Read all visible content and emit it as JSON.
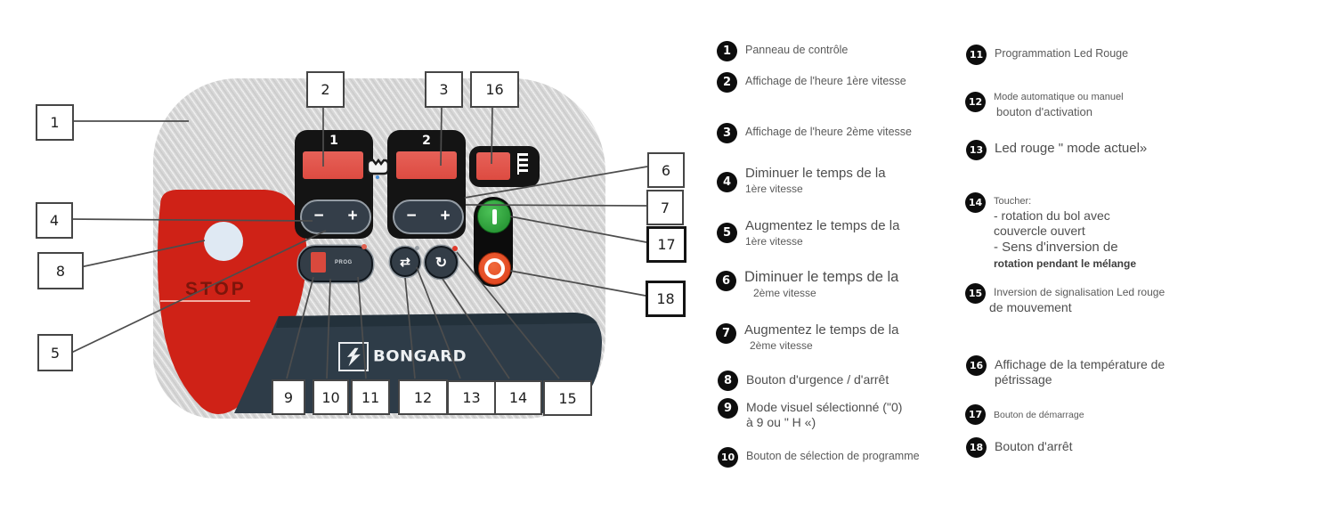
{
  "colors": {
    "panel_gray": "#d7d7d7",
    "stop_zone_red": "#cf2217",
    "display_red": "#e0534a",
    "module_black": "#141414",
    "band_dark": "#2e3c48",
    "start_green": "#2b9a38",
    "stop_button_red": "#e2451f",
    "led_red": "#e06050"
  },
  "panel": {
    "stop_label": "STOP",
    "brand": "BONGARD",
    "module1_label": "1",
    "module2_label": "2",
    "minus": "−",
    "plus": "+",
    "prog_label": "PROG",
    "auto_manual_glyph": "⇄",
    "rotation_glyph": "↻"
  },
  "callouts": {
    "c1": "1",
    "c2": "2",
    "c3": "3",
    "c4": "4",
    "c5": "5",
    "c6": "6",
    "c7": "7",
    "c8": "8",
    "c9": "9",
    "c10": "10",
    "c11": "11",
    "c12": "12",
    "c13": "13",
    "c14": "14",
    "c15": "15",
    "c16": "16",
    "c17": "17",
    "c18": "18"
  },
  "legend_left": [
    {
      "num": "1",
      "lines": [
        {
          "t": "Panneau de contrôle"
        }
      ]
    },
    {
      "num": "2",
      "lines": [
        {
          "t": "Affichage de l'heure 1ère vitesse"
        }
      ]
    },
    {
      "num": "3",
      "lines": [
        {
          "t": "Affichage de l'heure 2ème vitesse"
        }
      ]
    },
    {
      "num": "4",
      "lines": [
        {
          "t": "Diminuer le temps de la"
        },
        {
          "t": "1ère vitesse"
        }
      ]
    },
    {
      "num": "5",
      "lines": [
        {
          "t": "Augmentez le temps de la"
        },
        {
          "t": "1ère vitesse"
        }
      ]
    },
    {
      "num": "6",
      "lines": [
        {
          "t": "Diminuer le temps de la"
        },
        {
          "t": "2ème vitesse"
        }
      ]
    },
    {
      "num": "7",
      "lines": [
        {
          "t": "Augmentez le temps de la"
        },
        {
          "t": "2ème vitesse"
        }
      ]
    },
    {
      "num": "8",
      "lines": [
        {
          "t": "Bouton d'urgence / d'arrêt"
        }
      ]
    },
    {
      "num": "9",
      "lines": [
        {
          "t": "Mode visuel sélectionné (\"0)"
        },
        {
          "t": "à 9 ou \" H «)"
        }
      ]
    },
    {
      "num": "10",
      "lines": [
        {
          "t": "Bouton de sélection de programme"
        }
      ]
    }
  ],
  "legend_right": [
    {
      "num": "11",
      "lines": [
        {
          "t": "Programmation Led Rouge"
        }
      ]
    },
    {
      "num": "12",
      "lines": [
        {
          "t": "Mode automatique ou manuel"
        },
        {
          "t": "bouton d'activation"
        }
      ]
    },
    {
      "num": "13",
      "lines": [
        {
          "t": "Led rouge \" mode actuel»"
        }
      ]
    },
    {
      "num": "14",
      "lines": [
        {
          "t": "Toucher:"
        },
        {
          "t": "- rotation du bol avec"
        },
        {
          "t": "couvercle ouvert"
        },
        {
          "t": "- Sens d'inversion de"
        },
        {
          "t": "rotation pendant le mélange"
        }
      ]
    },
    {
      "num": "15",
      "lines": [
        {
          "t": "Inversion de signalisation Led rouge"
        },
        {
          "t": "de mouvement"
        }
      ]
    },
    {
      "num": "16",
      "lines": [
        {
          "t": "Affichage de la température de"
        },
        {
          "t": "pétrissage"
        }
      ]
    },
    {
      "num": "17",
      "lines": [
        {
          "t": "Bouton de démarrage"
        }
      ]
    },
    {
      "num": "18",
      "lines": [
        {
          "t": "Bouton d'arrêt"
        }
      ]
    }
  ]
}
